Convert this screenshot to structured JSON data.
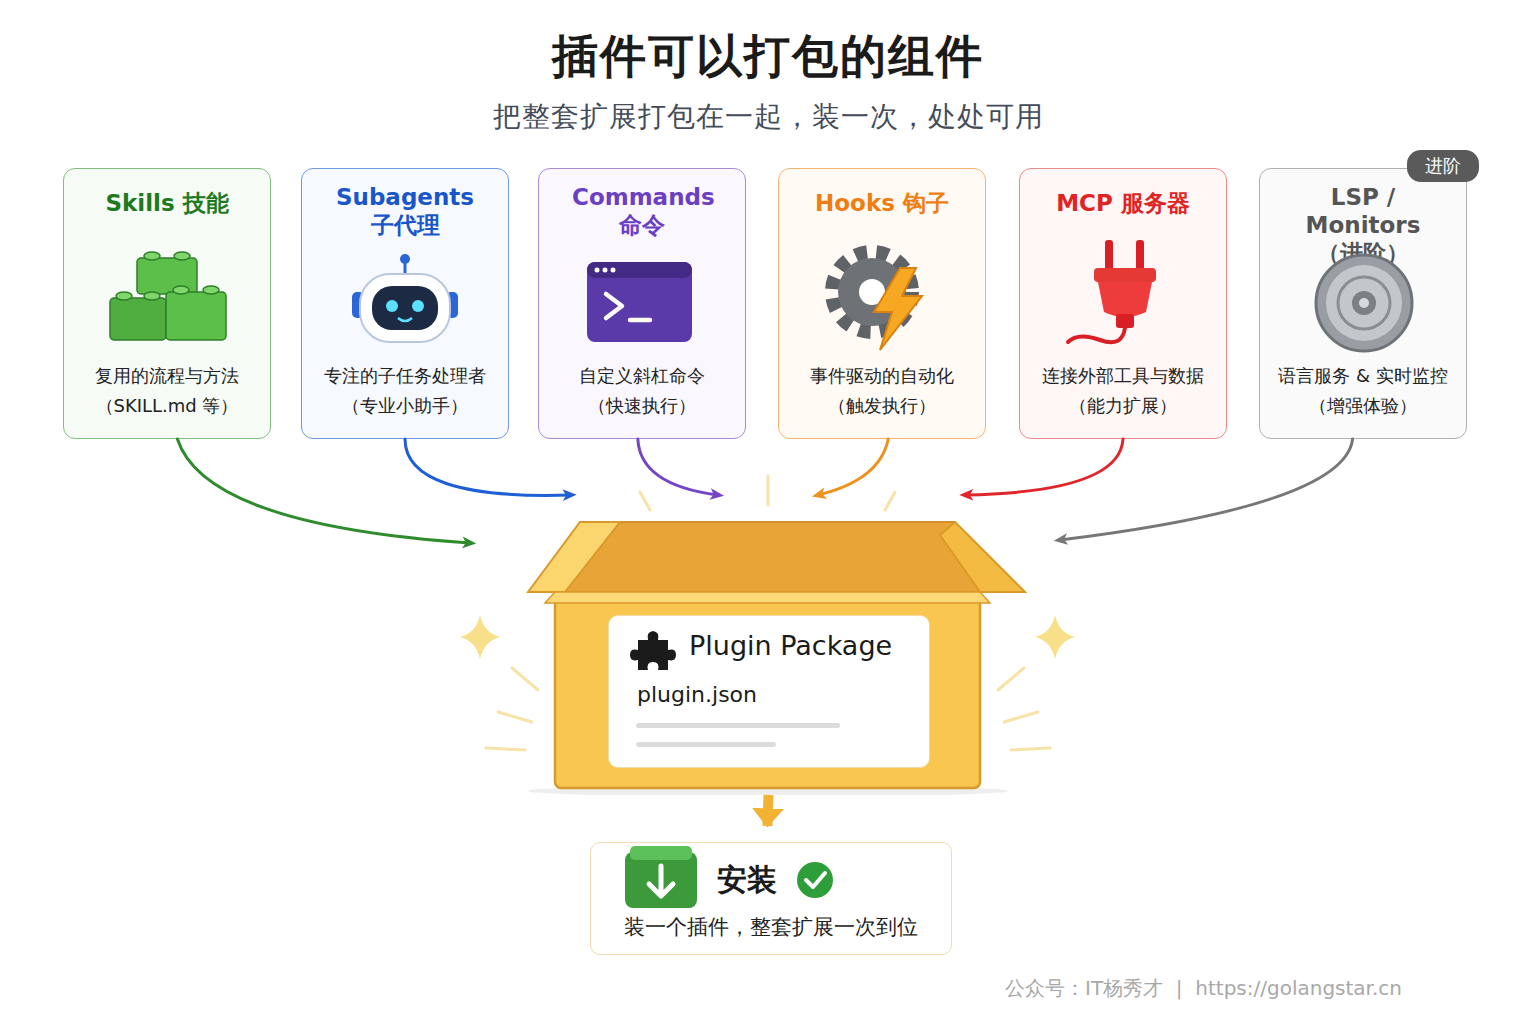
{
  "diagram": {
    "title": "插件可以打包的组件",
    "caption": "把整套扩展打包在一起，装一次，处处可用",
    "nodes": [
      {
        "text": [
          "Skills 技能",
          "复用的流程与方法 （SKILL.md 等）"
        ]
      },
      {
        "text": [
          "Subagents 子代理",
          "专注的子任务处理者 （专业小助手）"
        ]
      },
      {
        "text": [
          "Commands 命令",
          "自定义斜杠命令 （快速执行）"
        ]
      },
      {
        "text": [
          "Hooks 钩子",
          "事件驱动的自动化 （触发执行）"
        ]
      },
      {
        "text": [
          "MCP 服务器",
          "连接外部工具与数据 （能力扩展）"
        ]
      },
      {
        "text": [
          "LSP / Monitors （进阶）",
          "语言服务 & 实时监控 （增强体验）"
        ]
      },
      {
        "text": [
          "Plugin Package",
          "plugin.json"
        ]
      },
      {
        "text": [
          "安装",
          "装一个插件，整套扩展一次到位"
        ]
      }
    ],
    "edges": [
      {
        "from": 0,
        "to": 6,
        "arrow": "to"
      },
      {
        "from": 1,
        "to": 6,
        "arrow": "to"
      },
      {
        "from": 2,
        "to": 6,
        "arrow": "to"
      },
      {
        "from": 3,
        "to": 6,
        "arrow": "to"
      },
      {
        "from": 4,
        "to": 6,
        "arrow": "to"
      },
      {
        "from": 5,
        "to": 6,
        "arrow": "to"
      },
      {
        "from": 6,
        "to": 7,
        "arrow": "to"
      }
    ],
    "labels": [
      "进阶",
      "公众号：IT杨秀才  |  https://golangstar.cn"
    ]
  }
}
